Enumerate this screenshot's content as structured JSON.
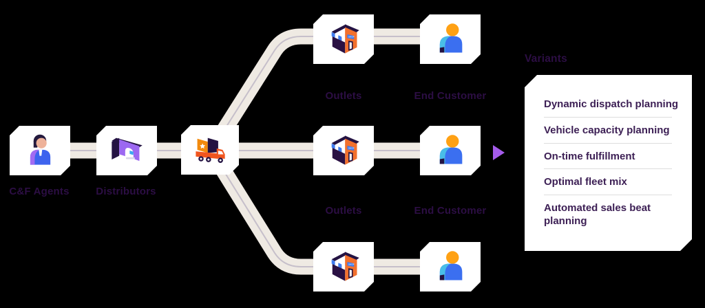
{
  "colors": {
    "background": "#000000",
    "road": "#EFEAE3",
    "road_center_line": "#C6BFCA",
    "card": "#FFFFFF",
    "label_text": "#2C0E44",
    "panel_text": "#3D2055",
    "divider": "#DDDDDD",
    "arrow": "#A55CEB"
  },
  "flow": {
    "nodes": [
      {
        "id": "cf-agents",
        "label": "C&F Agents",
        "icon": "person-icon"
      },
      {
        "id": "distributors",
        "label": "Distributors",
        "icon": "warehouse-icon"
      },
      {
        "id": "delivery-truck",
        "label": "",
        "icon": "truck-icon"
      },
      {
        "id": "outlets-top",
        "label": "Outlets",
        "icon": "shop-icon"
      },
      {
        "id": "end-customer-top",
        "label": "End Customer",
        "icon": "customer-icon"
      },
      {
        "id": "outlets-middle",
        "label": "Outlets",
        "icon": "shop-icon"
      },
      {
        "id": "end-customer-middle",
        "label": "End Customer",
        "icon": "customer-icon"
      },
      {
        "id": "outlets-bottom",
        "label": "",
        "icon": "shop-icon"
      },
      {
        "id": "end-customer-bottom",
        "label": "",
        "icon": "customer-icon"
      }
    ],
    "edges": [
      {
        "from": "cf-agents",
        "to": "distributors"
      },
      {
        "from": "distributors",
        "to": "delivery-truck"
      },
      {
        "from": "delivery-truck",
        "to": "outlets-top"
      },
      {
        "from": "delivery-truck",
        "to": "outlets-middle"
      },
      {
        "from": "delivery-truck",
        "to": "outlets-bottom"
      },
      {
        "from": "outlets-top",
        "to": "end-customer-top"
      },
      {
        "from": "outlets-middle",
        "to": "end-customer-middle"
      },
      {
        "from": "outlets-bottom",
        "to": "end-customer-bottom"
      }
    ]
  },
  "variants": {
    "title": "Variants",
    "items": [
      "Dynamic dispatch planning",
      "Vehicle capacity planning",
      "On-time fulfillment",
      "Optimal fleet mix",
      "Automated sales beat planning"
    ]
  }
}
